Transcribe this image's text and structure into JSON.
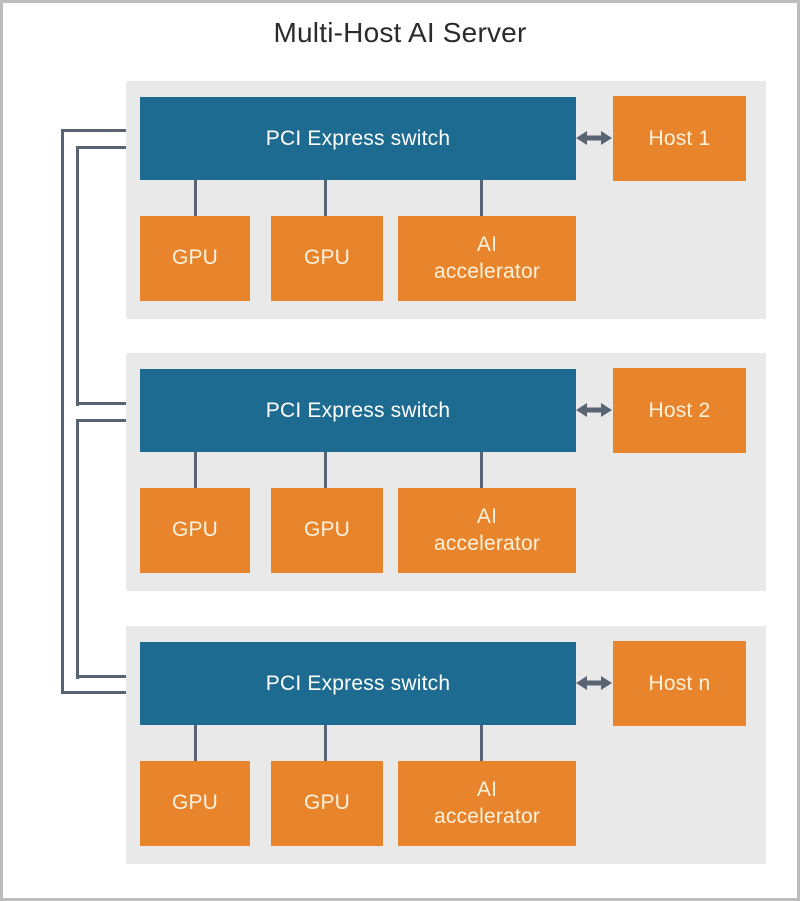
{
  "title": "Multi-Host AI Server",
  "colors": {
    "teal": "#1d6b90",
    "orange": "#e8842c",
    "panel_bg": "#e9e9e9",
    "line": "#5a6372",
    "title_text": "#2b2b2b",
    "switch_text": "#ffffff",
    "device_text": "#fbf2dd",
    "page_border": "#bdbdbd"
  },
  "groups": [
    {
      "switch_label": "PCI Express switch",
      "host_label": "Host 1",
      "devices": [
        "GPU",
        "GPU",
        "AI\naccelerator"
      ]
    },
    {
      "switch_label": "PCI Express switch",
      "host_label": "Host 2",
      "devices": [
        "GPU",
        "GPU",
        "AI\naccelerator"
      ]
    },
    {
      "switch_label": "PCI Express switch",
      "host_label": "Host n",
      "devices": [
        "GPU",
        "GPU",
        "AI\naccelerator"
      ]
    }
  ]
}
